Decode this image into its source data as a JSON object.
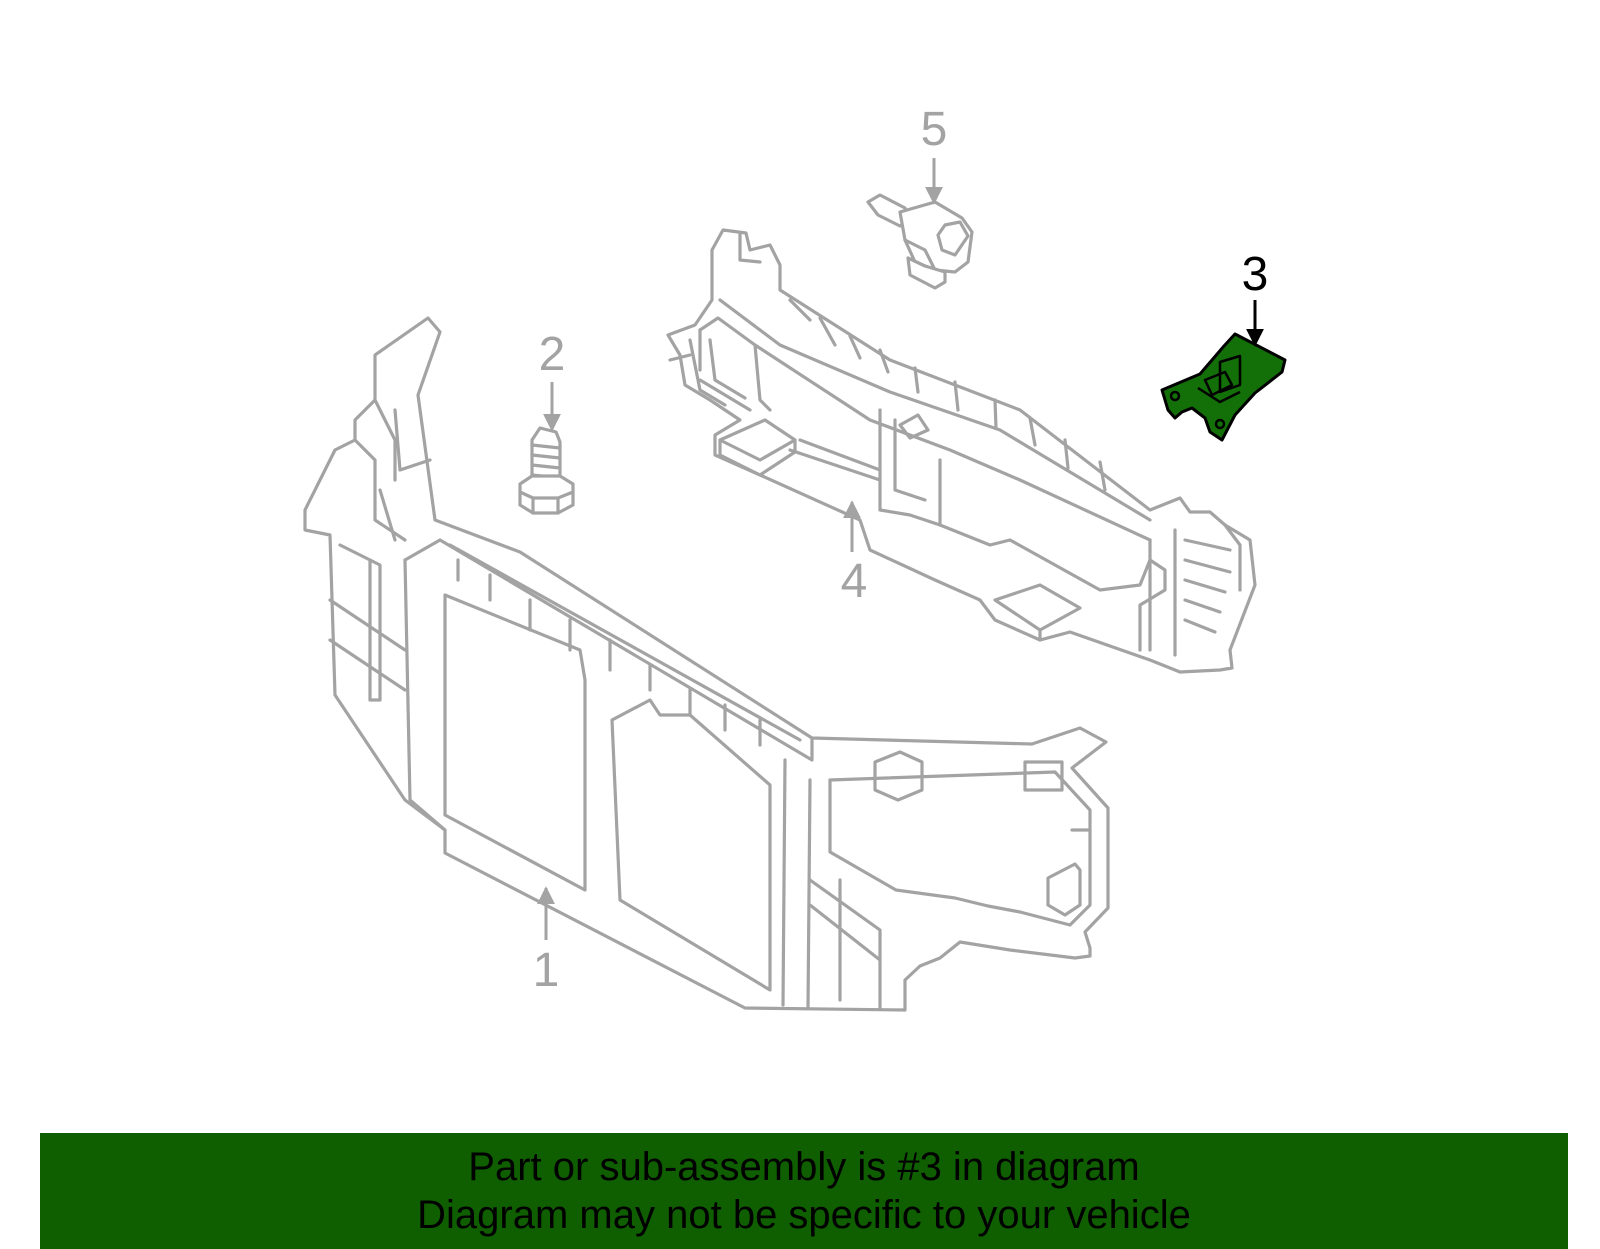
{
  "colors": {
    "banner_bg": "#0f5f00",
    "highlight_fill": "#136f07",
    "part_stroke": "#a3a3a3",
    "highlight_stroke": "#000000"
  },
  "callouts": {
    "c1": "1",
    "c2": "2",
    "c3": "3",
    "c4": "4",
    "c5": "5"
  },
  "banner": {
    "line1": "Part or sub-assembly is #3 in diagram",
    "line2": "Diagram may not be specific to your vehicle"
  }
}
